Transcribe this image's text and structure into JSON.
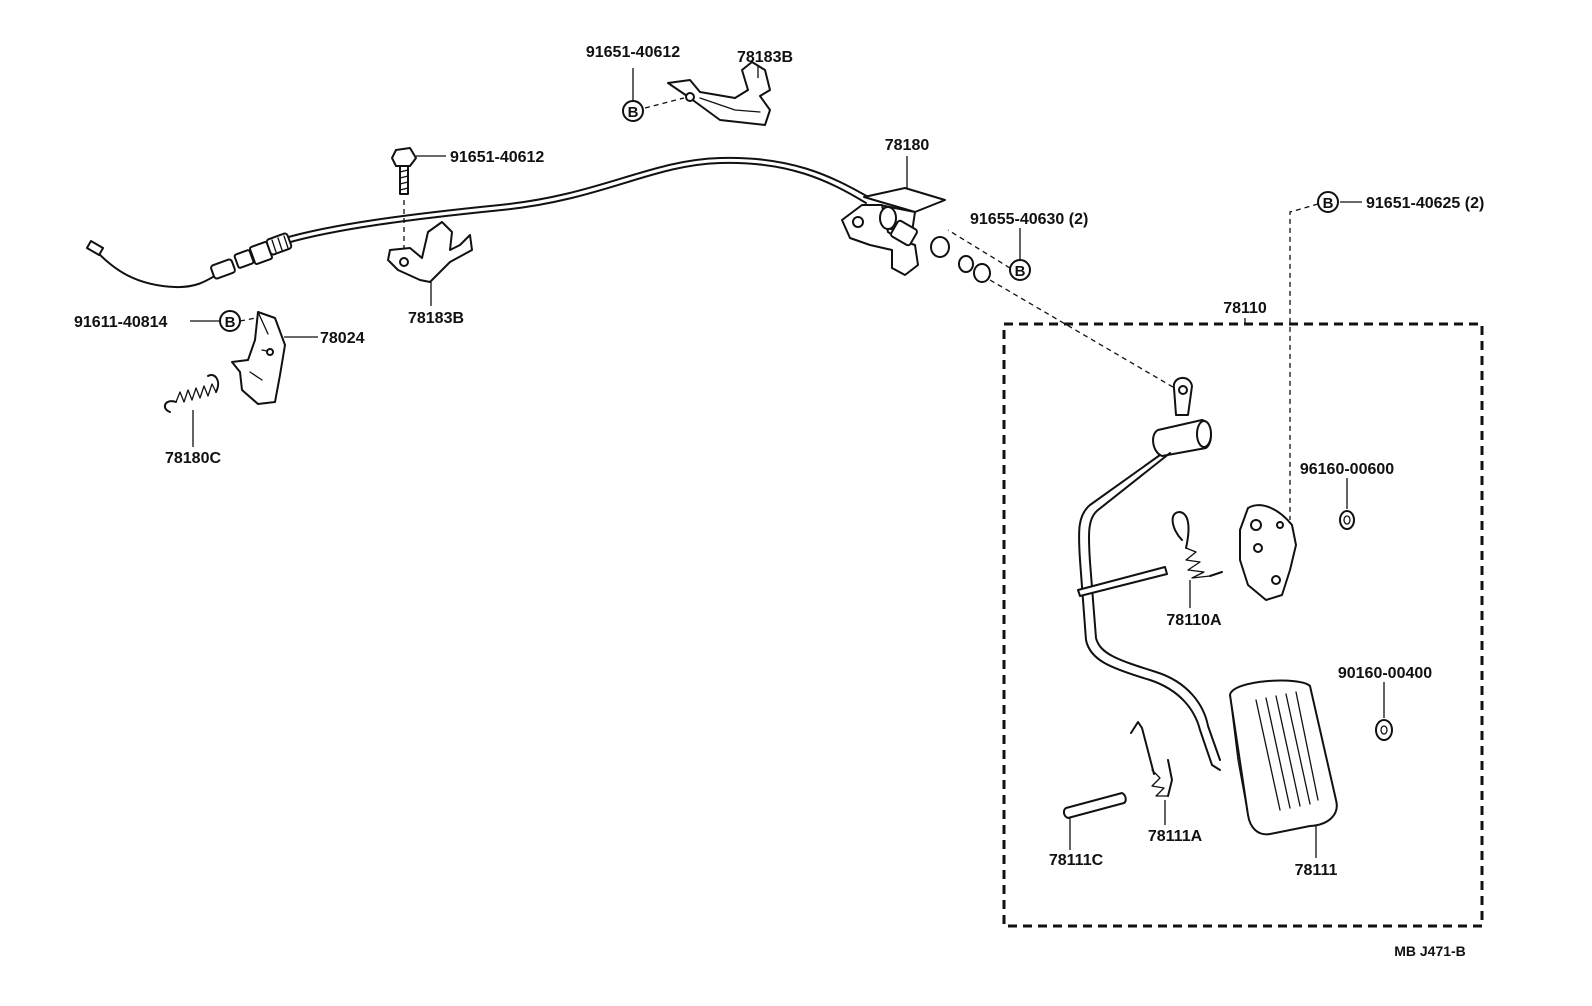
{
  "labels": {
    "bolt_top": "91651-40612",
    "bracket_top": "78183B",
    "bolt_left": "91651-40612",
    "cable": "78180",
    "nut_cable": "91655-40630 (2)",
    "bolt_right": "91651-40625 (2)",
    "assembly": "78110",
    "bolt_lever": "91611-40814",
    "lever": "78024",
    "spring_left": "78180C",
    "bracket_mid": "78183B",
    "washer_upper": "96160-00600",
    "spring_upper": "78110A",
    "washer_lower": "90160-00400",
    "spring_lower": "78111A",
    "pin": "78111C",
    "pedal_pad": "78111",
    "code": "MB J471-B"
  },
  "callout": {
    "letter": "B"
  }
}
